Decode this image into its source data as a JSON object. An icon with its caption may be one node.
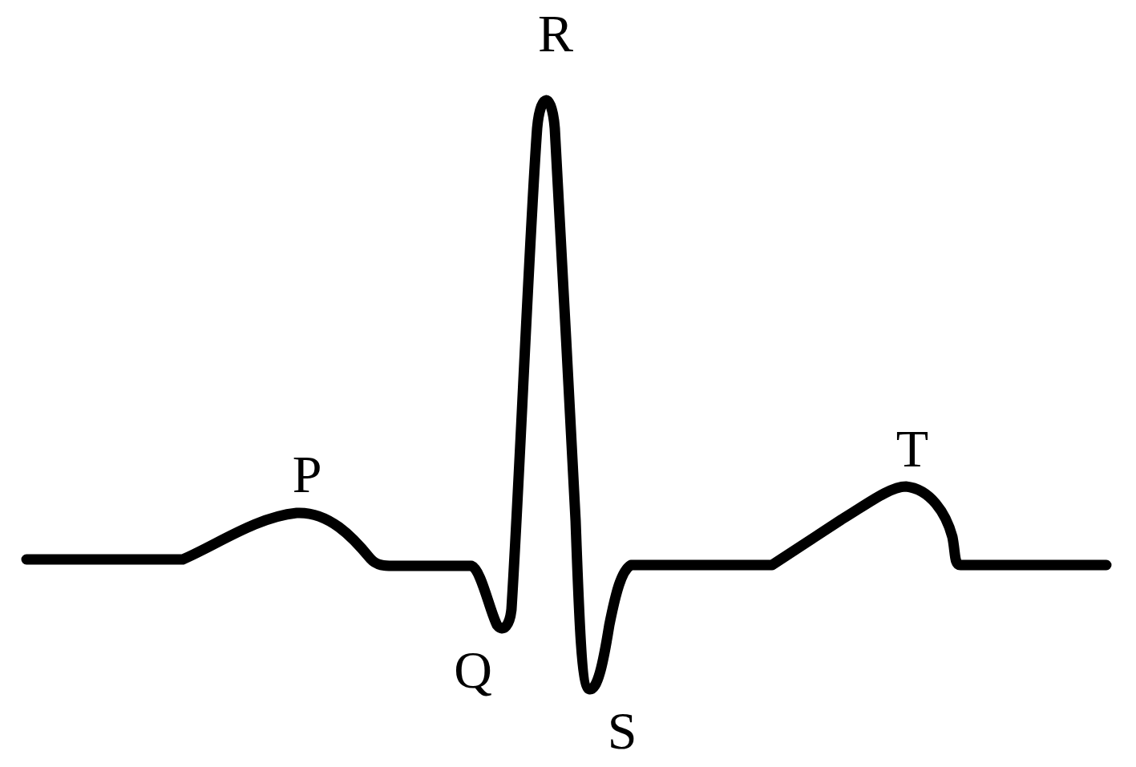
{
  "diagram": {
    "labels": [
      "P",
      "Q",
      "R",
      "S",
      "T"
    ]
  }
}
